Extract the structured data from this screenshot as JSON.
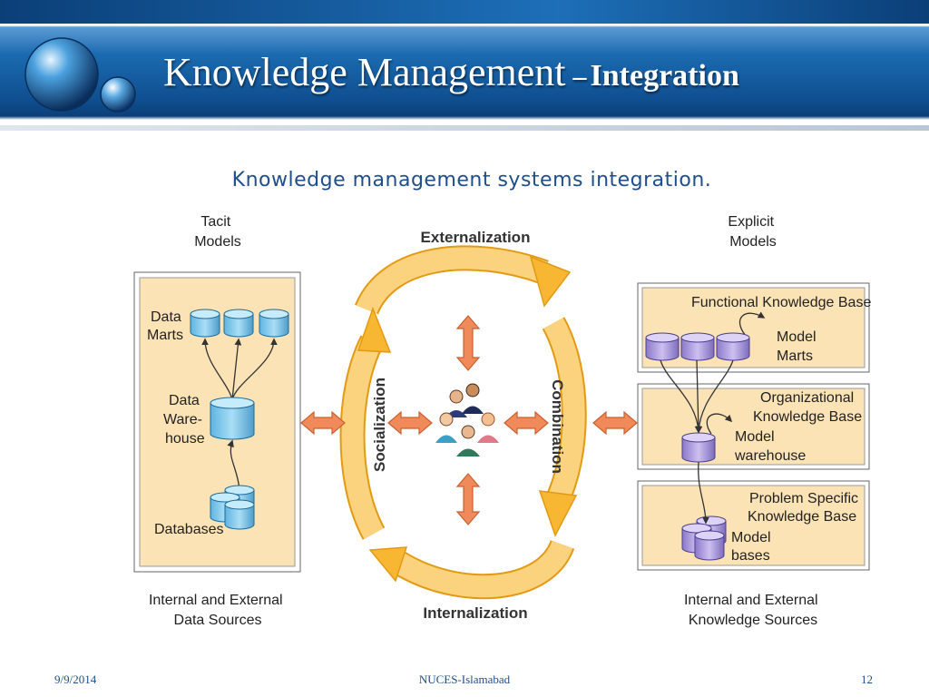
{
  "slide": {
    "title_main": "Knowledge Management",
    "title_dash": "–",
    "title_sub": "Integration",
    "subtitle": "Knowledge management systems integration."
  },
  "diagram": {
    "tacit_models": [
      "Tacit",
      "Models"
    ],
    "explicit_models": [
      "Explicit",
      "Models"
    ],
    "left_panel": {
      "data_marts": [
        "Data",
        "Marts"
      ],
      "data_warehouse": [
        "Data",
        "Ware-",
        "house"
      ],
      "databases": "Databases",
      "caption": [
        "Internal and External",
        "Data Sources"
      ]
    },
    "cycle": {
      "externalization": "Externalization",
      "internalization": "Internalization",
      "socialization": "Socialization",
      "combination": "Combination"
    },
    "right_panel": {
      "functional": "Functional Knowledge Base",
      "model_marts": [
        "Model",
        "Marts"
      ],
      "organizational": [
        "Organizational",
        "Knowledge Base"
      ],
      "model_warehouse": [
        "Model",
        "warehouse"
      ],
      "problem_specific": [
        "Problem Specific",
        "Knowledge Base"
      ],
      "model_bases": [
        "Model",
        "bases"
      ],
      "caption": [
        "Internal and External",
        "Knowledge Sources"
      ]
    }
  },
  "footer": {
    "date": "9/9/2014",
    "organization": "NUCES-Islamabad",
    "page": "12"
  },
  "colors": {
    "header_blue": "#0f4f90",
    "panel_fill": "#fbe3b6",
    "cylinder_blue": "#8fd0ee",
    "cylinder_purple": "#b6a4e0",
    "cycle_arrow": "#f7b733",
    "double_arrow": "#f08a5a"
  }
}
